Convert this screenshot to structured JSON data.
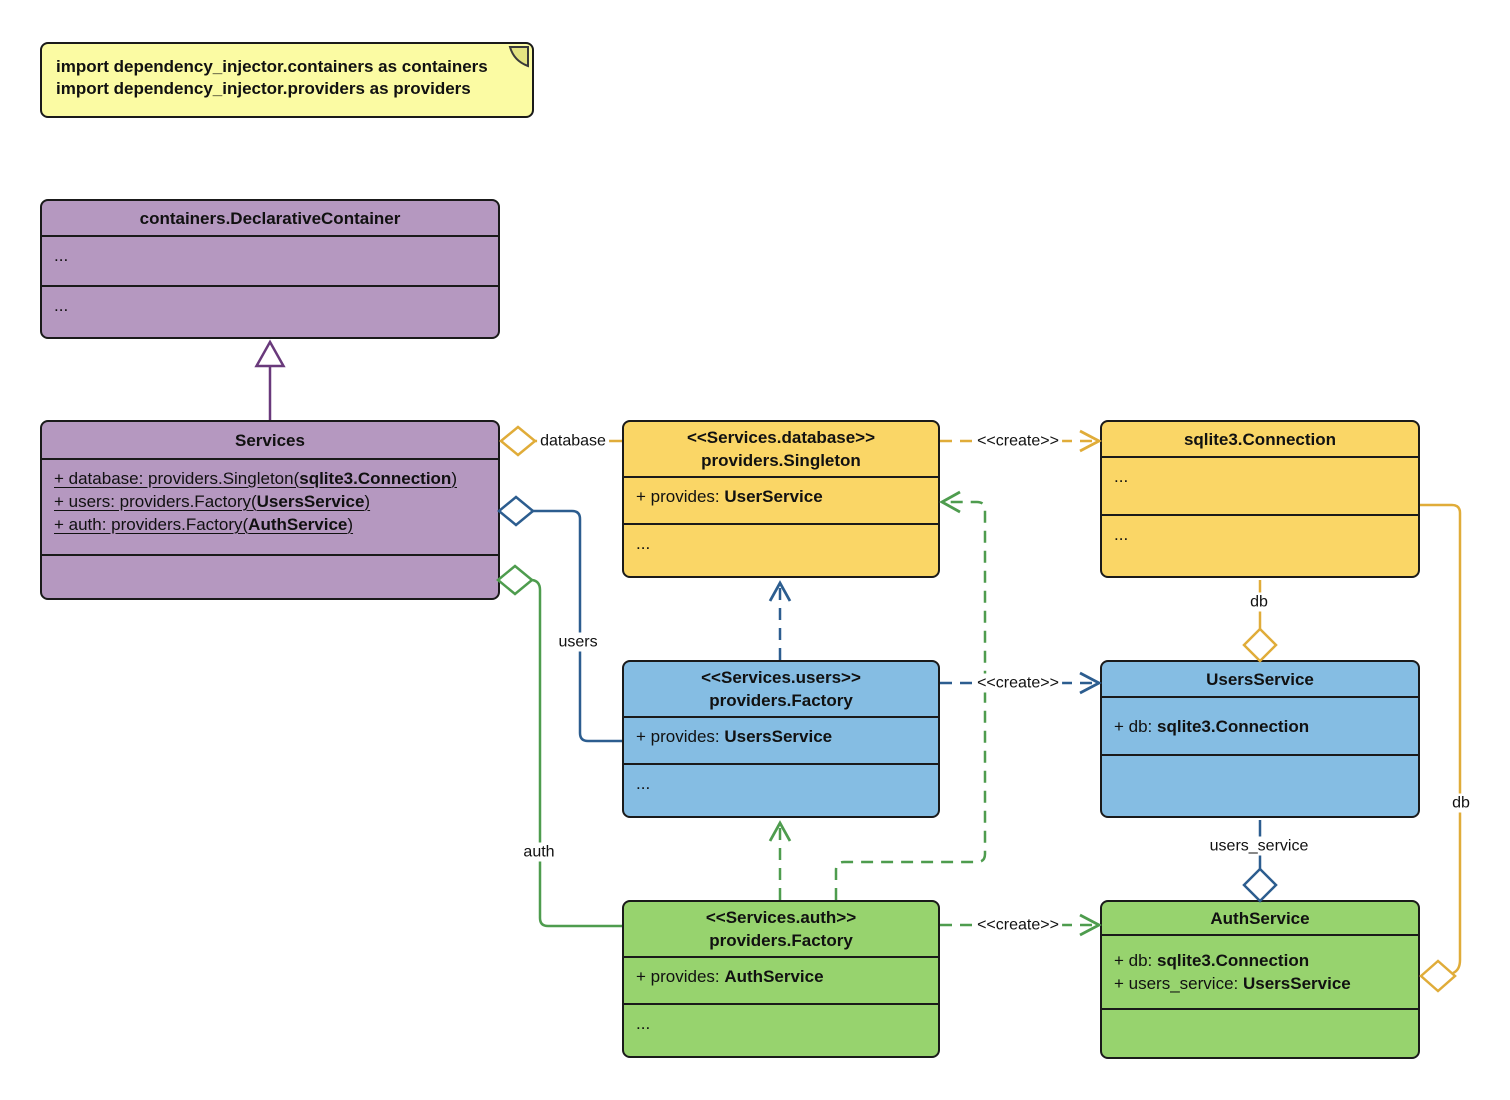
{
  "note": {
    "lines": [
      "import dependency_injector.containers as containers",
      "import dependency_injector.providers as providers"
    ]
  },
  "colors": {
    "note_fill": "#fbfba3",
    "purple_fill": "#b598c0",
    "purple_line": "#69397b",
    "yellow_fill": "#fad666",
    "yellow_line": "#e0ac39",
    "blue_fill": "#85bde3",
    "blue_line": "#2c5d8f",
    "green_fill": "#97d36e",
    "green_line": "#4e9c4e"
  },
  "classes": {
    "declarative_container": {
      "title": "containers.DeclarativeContainer",
      "attributes_placeholder": "...",
      "methods_placeholder": "..."
    },
    "services": {
      "title": "Services",
      "attributes": [
        {
          "pre": "+ database: providers.Singleton(",
          "bold": "sqlite3.Connection",
          "post": ")"
        },
        {
          "pre": "+ users: providers.Factory(",
          "bold": "UsersService",
          "post": ")"
        },
        {
          "pre": "+ auth: providers.Factory(",
          "bold": "AuthService",
          "post": ")"
        }
      ]
    },
    "database_singleton": {
      "stereotype": "<<Services.database>>",
      "title": "providers.Singleton",
      "attribute": {
        "pre": "+ provides: ",
        "bold": "UserService",
        "post": ""
      },
      "methods_placeholder": "..."
    },
    "sqlite3_connection": {
      "title": "sqlite3.Connection",
      "attributes_placeholder": "...",
      "methods_placeholder": "..."
    },
    "users_factory": {
      "stereotype": "<<Services.users>>",
      "title": "providers.Factory",
      "attribute": {
        "pre": "+ provides: ",
        "bold": "UsersService",
        "post": ""
      },
      "methods_placeholder": "..."
    },
    "users_service": {
      "title": "UsersService",
      "attribute": {
        "pre": "+ db: ",
        "bold": "sqlite3.Connection",
        "post": ""
      }
    },
    "auth_factory": {
      "stereotype": "<<Services.auth>>",
      "title": "providers.Factory",
      "attribute": {
        "pre": "+ provides: ",
        "bold": "AuthService",
        "post": ""
      },
      "methods_placeholder": "..."
    },
    "auth_service": {
      "title": "AuthService",
      "attributes": [
        {
          "pre": "+ db: ",
          "bold": "sqlite3.Connection",
          "post": ""
        },
        {
          "pre": "+ users_service: ",
          "bold": "UsersService",
          "post": ""
        }
      ]
    }
  },
  "edge_labels": {
    "database": "database",
    "users": "users",
    "auth": "auth",
    "db_to_users_service": "db",
    "users_service": "users_service",
    "db_to_auth_service": "db",
    "create_database": "<<create>>",
    "create_users": "<<create>>",
    "create_auth": "<<create>>"
  }
}
